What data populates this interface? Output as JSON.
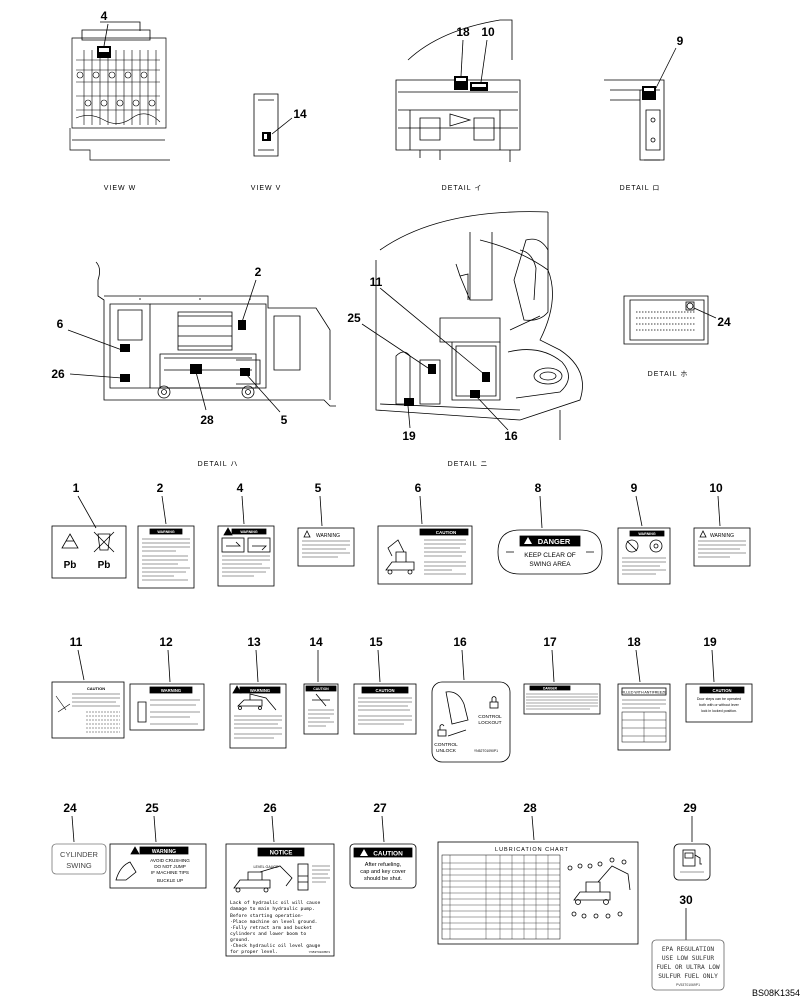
{
  "views": [
    {
      "key": "view_w",
      "label": "VIEW W"
    },
    {
      "key": "view_v",
      "label": "VIEW V"
    },
    {
      "key": "detail_i",
      "label": "DETAIL イ"
    },
    {
      "key": "detail_ro",
      "label": "DETAIL ロ"
    },
    {
      "key": "detail_ha",
      "label": "DETAIL ハ"
    },
    {
      "key": "detail_ni",
      "label": "DETAIL ニ"
    },
    {
      "key": "detail_ho",
      "label": "DETAIL ホ"
    }
  ],
  "callouts": {
    "c4": "4",
    "c18": "18",
    "c10": "10",
    "c9": "9",
    "c14": "14",
    "c2": "2",
    "c6": "6",
    "c26": "26",
    "c28": "28",
    "c5": "5",
    "c11": "11",
    "c25": "25",
    "c19": "19",
    "c16": "16",
    "c24": "24"
  },
  "labels": [
    {
      "num": "1",
      "headline": "",
      "text": [
        "Pb",
        "Pb"
      ]
    },
    {
      "num": "2",
      "headline": "WARNING",
      "text": []
    },
    {
      "num": "4",
      "headline": "WARNING",
      "text": []
    },
    {
      "num": "5",
      "headline": "WARNING",
      "text": []
    },
    {
      "num": "6",
      "headline": "CAUTION",
      "text": []
    },
    {
      "num": "8",
      "headline": "DANGER",
      "text": [
        "KEEP CLEAR OF",
        "SWING   AREA"
      ]
    },
    {
      "num": "9",
      "headline": "WARNING",
      "text": []
    },
    {
      "num": "10",
      "headline": "WARNING",
      "text": []
    },
    {
      "num": "11",
      "headline": "CAUTION",
      "text": []
    },
    {
      "num": "12",
      "headline": "WARNING",
      "text": []
    },
    {
      "num": "13",
      "headline": "WARNING",
      "text": []
    },
    {
      "num": "14",
      "headline": "CAUTION",
      "text": []
    },
    {
      "num": "15",
      "headline": "CAUTION",
      "text": []
    },
    {
      "num": "16",
      "headline": "",
      "text": [
        "CONTROL",
        "LOCKOUT",
        "CONTROL",
        "UNLOCK",
        "YN52T01090P1"
      ]
    },
    {
      "num": "17",
      "headline": "DANGER",
      "text": []
    },
    {
      "num": "18",
      "headline": "FILLED WITH ANTIFREEZE",
      "text": []
    },
    {
      "num": "19",
      "headline": "CAUTION",
      "text": [
        "Door steps can be operated",
        "both with or without lever",
        "lock in locked position."
      ]
    },
    {
      "num": "24",
      "headline": "",
      "text": [
        "CYLINDER",
        "SWING"
      ]
    },
    {
      "num": "25",
      "headline": "WARNING",
      "text": [
        "AVOID CRUSHING",
        "DO NOT JUMP",
        "IF MACHINE TIPS",
        "BUCKLE UP"
      ]
    },
    {
      "num": "26",
      "headline": "NOTICE",
      "text": [
        "LEVEL GAUGE",
        "Lack of hydraulic oil will cause",
        "damage to main hydraulic pump.",
        "Before starting operation-",
        "·Place machine on level ground.",
        "·Fully retract arm and bucket",
        "cylinders and lower boom to",
        "ground.",
        "·Check hydraulic oil level gauge",
        "for proper level.",
        "YN53T01035P1"
      ]
    },
    {
      "num": "27",
      "headline": "CAUTION",
      "text": [
        "After refueling,",
        "cap and key cover",
        "should be shut."
      ]
    },
    {
      "num": "28",
      "headline": "LUBRICATION CHART",
      "text": []
    },
    {
      "num": "29",
      "headline": "",
      "text": []
    },
    {
      "num": "30",
      "headline": "",
      "text": [
        "EPA REGULATION",
        "USE LOW SULFUR",
        "FUEL OR ULTRA LOW",
        "SULFUR FUEL ONLY",
        "PV53T01069P1"
      ]
    }
  ],
  "drawing_code": "BS08K1354"
}
